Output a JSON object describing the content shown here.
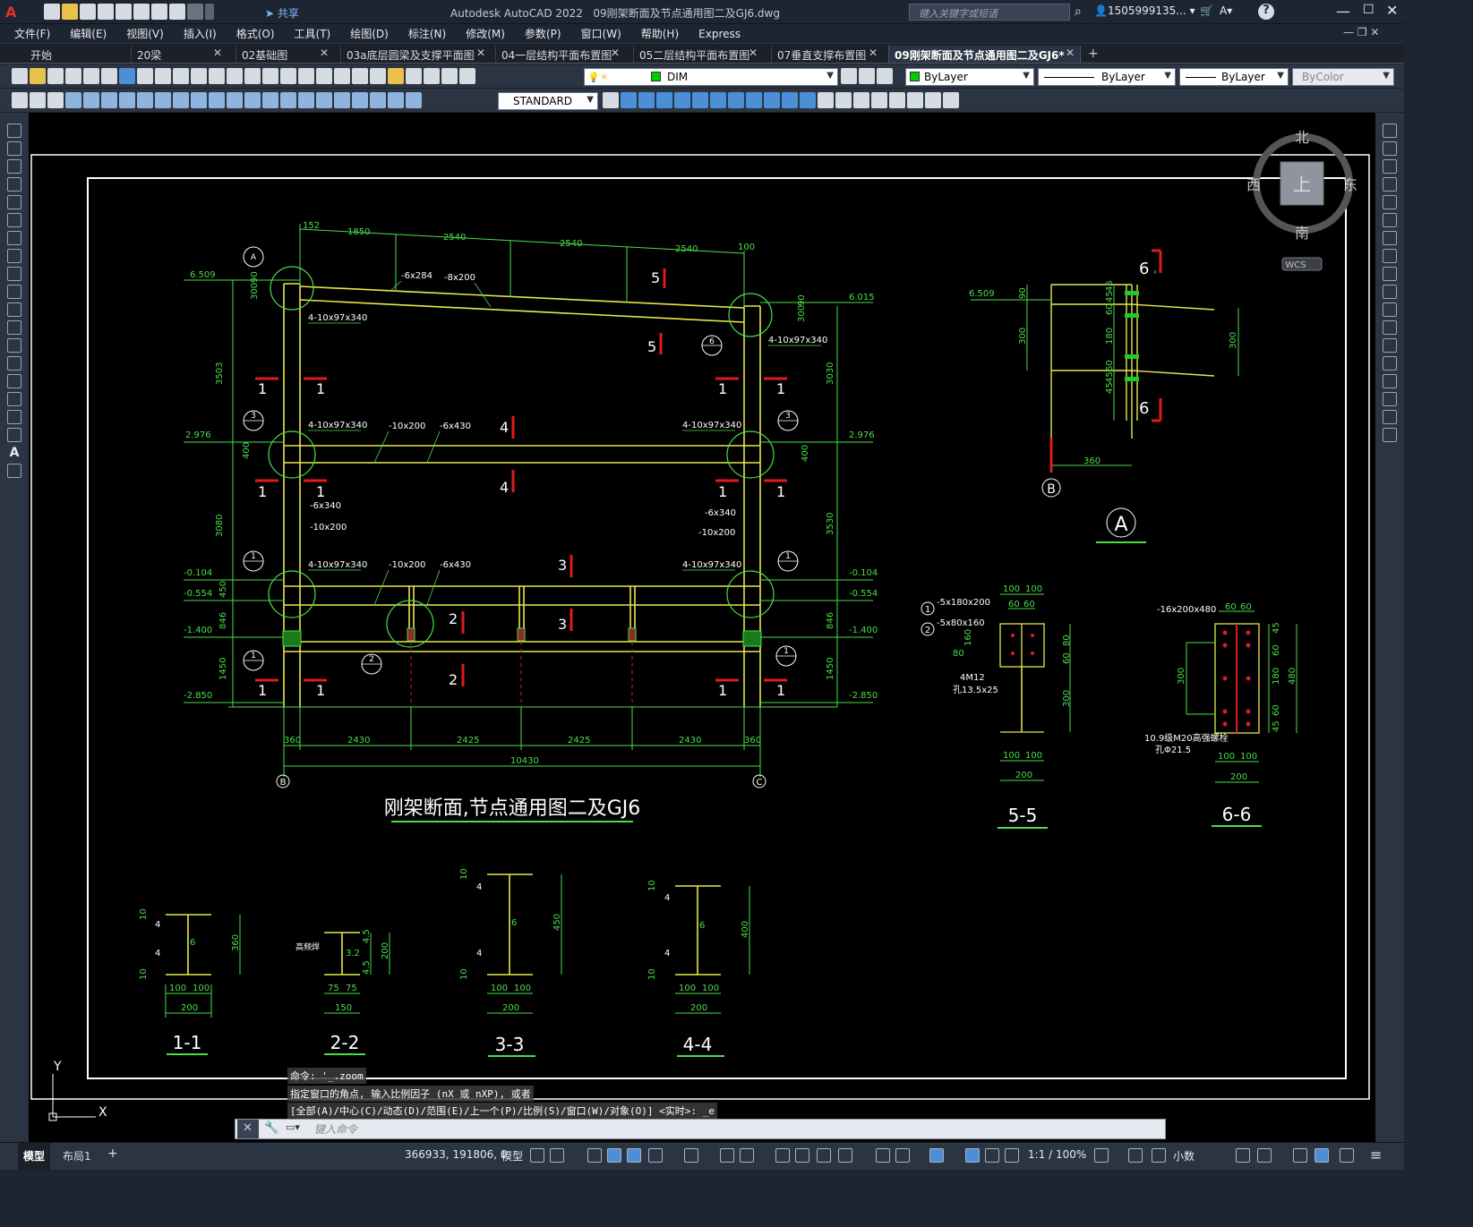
{
  "app": {
    "title": "Autodesk AutoCAD 2022",
    "file": "09刚架断面及节点通用图二及GJ6.dwg",
    "share_label": "共享",
    "search_placeholder": "键入关键字或短语",
    "user": "1505999135...",
    "logo": "A"
  },
  "menu": [
    "文件(F)",
    "编辑(E)",
    "视图(V)",
    "插入(I)",
    "格式(O)",
    "工具(T)",
    "绘图(D)",
    "标注(N)",
    "修改(M)",
    "参数(P)",
    "窗口(W)",
    "帮助(H)",
    "Express"
  ],
  "tabs": [
    "开始",
    "20梁",
    "02基础图",
    "03a底层圆梁及支撑平面图",
    "04一层结构平面布置图",
    "05二层结构平面布置图",
    "07垂直支撑布置图",
    "09刚架断面及节点通用图二及GJ6*"
  ],
  "toolbar": {
    "layer": "DIM",
    "color": "ByLayer",
    "linetype": "ByLayer",
    "lineweight": "ByLayer",
    "plotstyle": "ByColor",
    "textstyle": "STANDARD"
  },
  "viewcube": {
    "north": "北",
    "south": "南",
    "east": "东",
    "west": "西",
    "top": "上",
    "wcs": "WCS"
  },
  "drawing": {
    "main_title": "刚架断面,节点通用图二及GJ6",
    "elev": [
      "6.509",
      "6.015",
      "2.976",
      "2.976",
      "-0.104",
      "-0.104",
      "-0.554",
      "-0.554",
      "-1.400",
      "-1.400",
      "-2.850",
      "-2.850"
    ],
    "top_dims": [
      "152",
      "1850",
      "2540",
      "2540",
      "2540",
      "100"
    ],
    "bottom_dims": [
      "360",
      "2430",
      "2425",
      "2425",
      "2430",
      "360"
    ],
    "total_dim": "10430",
    "left_vdims": [
      "3503",
      "3080",
      "400",
      "450",
      "846",
      "1450",
      "300",
      "90"
    ],
    "right_vdims": [
      "3030",
      "3530",
      "400",
      "846",
      "1450",
      "300",
      "90"
    ],
    "bolt": "4-10x97x340",
    "plates": [
      "-6x284",
      "-8x200",
      "-10x200",
      "-6x430",
      "-6x340",
      "-10x200",
      "-6x340",
      "-10x200",
      "-10x200",
      "-6x430"
    ],
    "grid_b": "B",
    "grid_c": "C",
    "detail_a": "A",
    "detail_a_dims": [
      "6.509",
      "90",
      "300",
      "360",
      "45",
      "45",
      "60",
      "180",
      "60",
      "45",
      "45",
      "300"
    ],
    "s55": {
      "title": "5-5",
      "p1": "-5x180x200",
      "p2": "-5x80x160",
      "bolt": "4M12",
      "hole": "孔13.5x25",
      "dims": [
        "100",
        "100",
        "60",
        "60",
        "80",
        "60",
        "300",
        "100",
        "100",
        "200",
        "160",
        "80"
      ]
    },
    "s66": {
      "title": "6-6",
      "p1": "-16x200x480",
      "bolt": "10.9级M20高强螺栓",
      "hole": "孔Φ21.5",
      "dims": [
        "60",
        "60",
        "300",
        "60",
        "180",
        "60",
        "45",
        "45",
        "480",
        "100",
        "100",
        "200"
      ]
    },
    "sections": [
      {
        "title": "1-1",
        "h": "360",
        "w": "200",
        "half": "100",
        "f": "10",
        "wd": "4",
        "tw": "6"
      },
      {
        "title": "2-2",
        "h": "200",
        "w": "150",
        "half": "75",
        "f": "4.5",
        "wd": "高频焊",
        "tw": "3.2"
      },
      {
        "title": "3-3",
        "h": "450",
        "w": "200",
        "half": "100",
        "f": "10",
        "wd": "4",
        "tw": "6"
      },
      {
        "title": "4-4",
        "h": "400",
        "w": "200",
        "half": "100",
        "f": "10",
        "wd": "4",
        "tw": "6"
      }
    ],
    "cut_labels": [
      "1",
      "2",
      "3",
      "4",
      "5",
      "6"
    ]
  },
  "command": {
    "history1": "命令: '_.zoom",
    "history2": "指定窗口的角点, 输入比例因子 (nX 或 nXP), 或者",
    "history3": "[全部(A)/中心(C)/动态(D)/范围(E)/上一个(P)/比例(S)/窗口(W)/对象(O)] <实时>: _e",
    "placeholder": "键入命令"
  },
  "status": {
    "model_tab": "模型",
    "layout_tab": "布局1",
    "coords": "366933, 191806, 0",
    "space": "模型",
    "scale": "1:1 / 100%",
    "units": "小数"
  },
  "ucs": {
    "x": "X",
    "y": "Y"
  }
}
